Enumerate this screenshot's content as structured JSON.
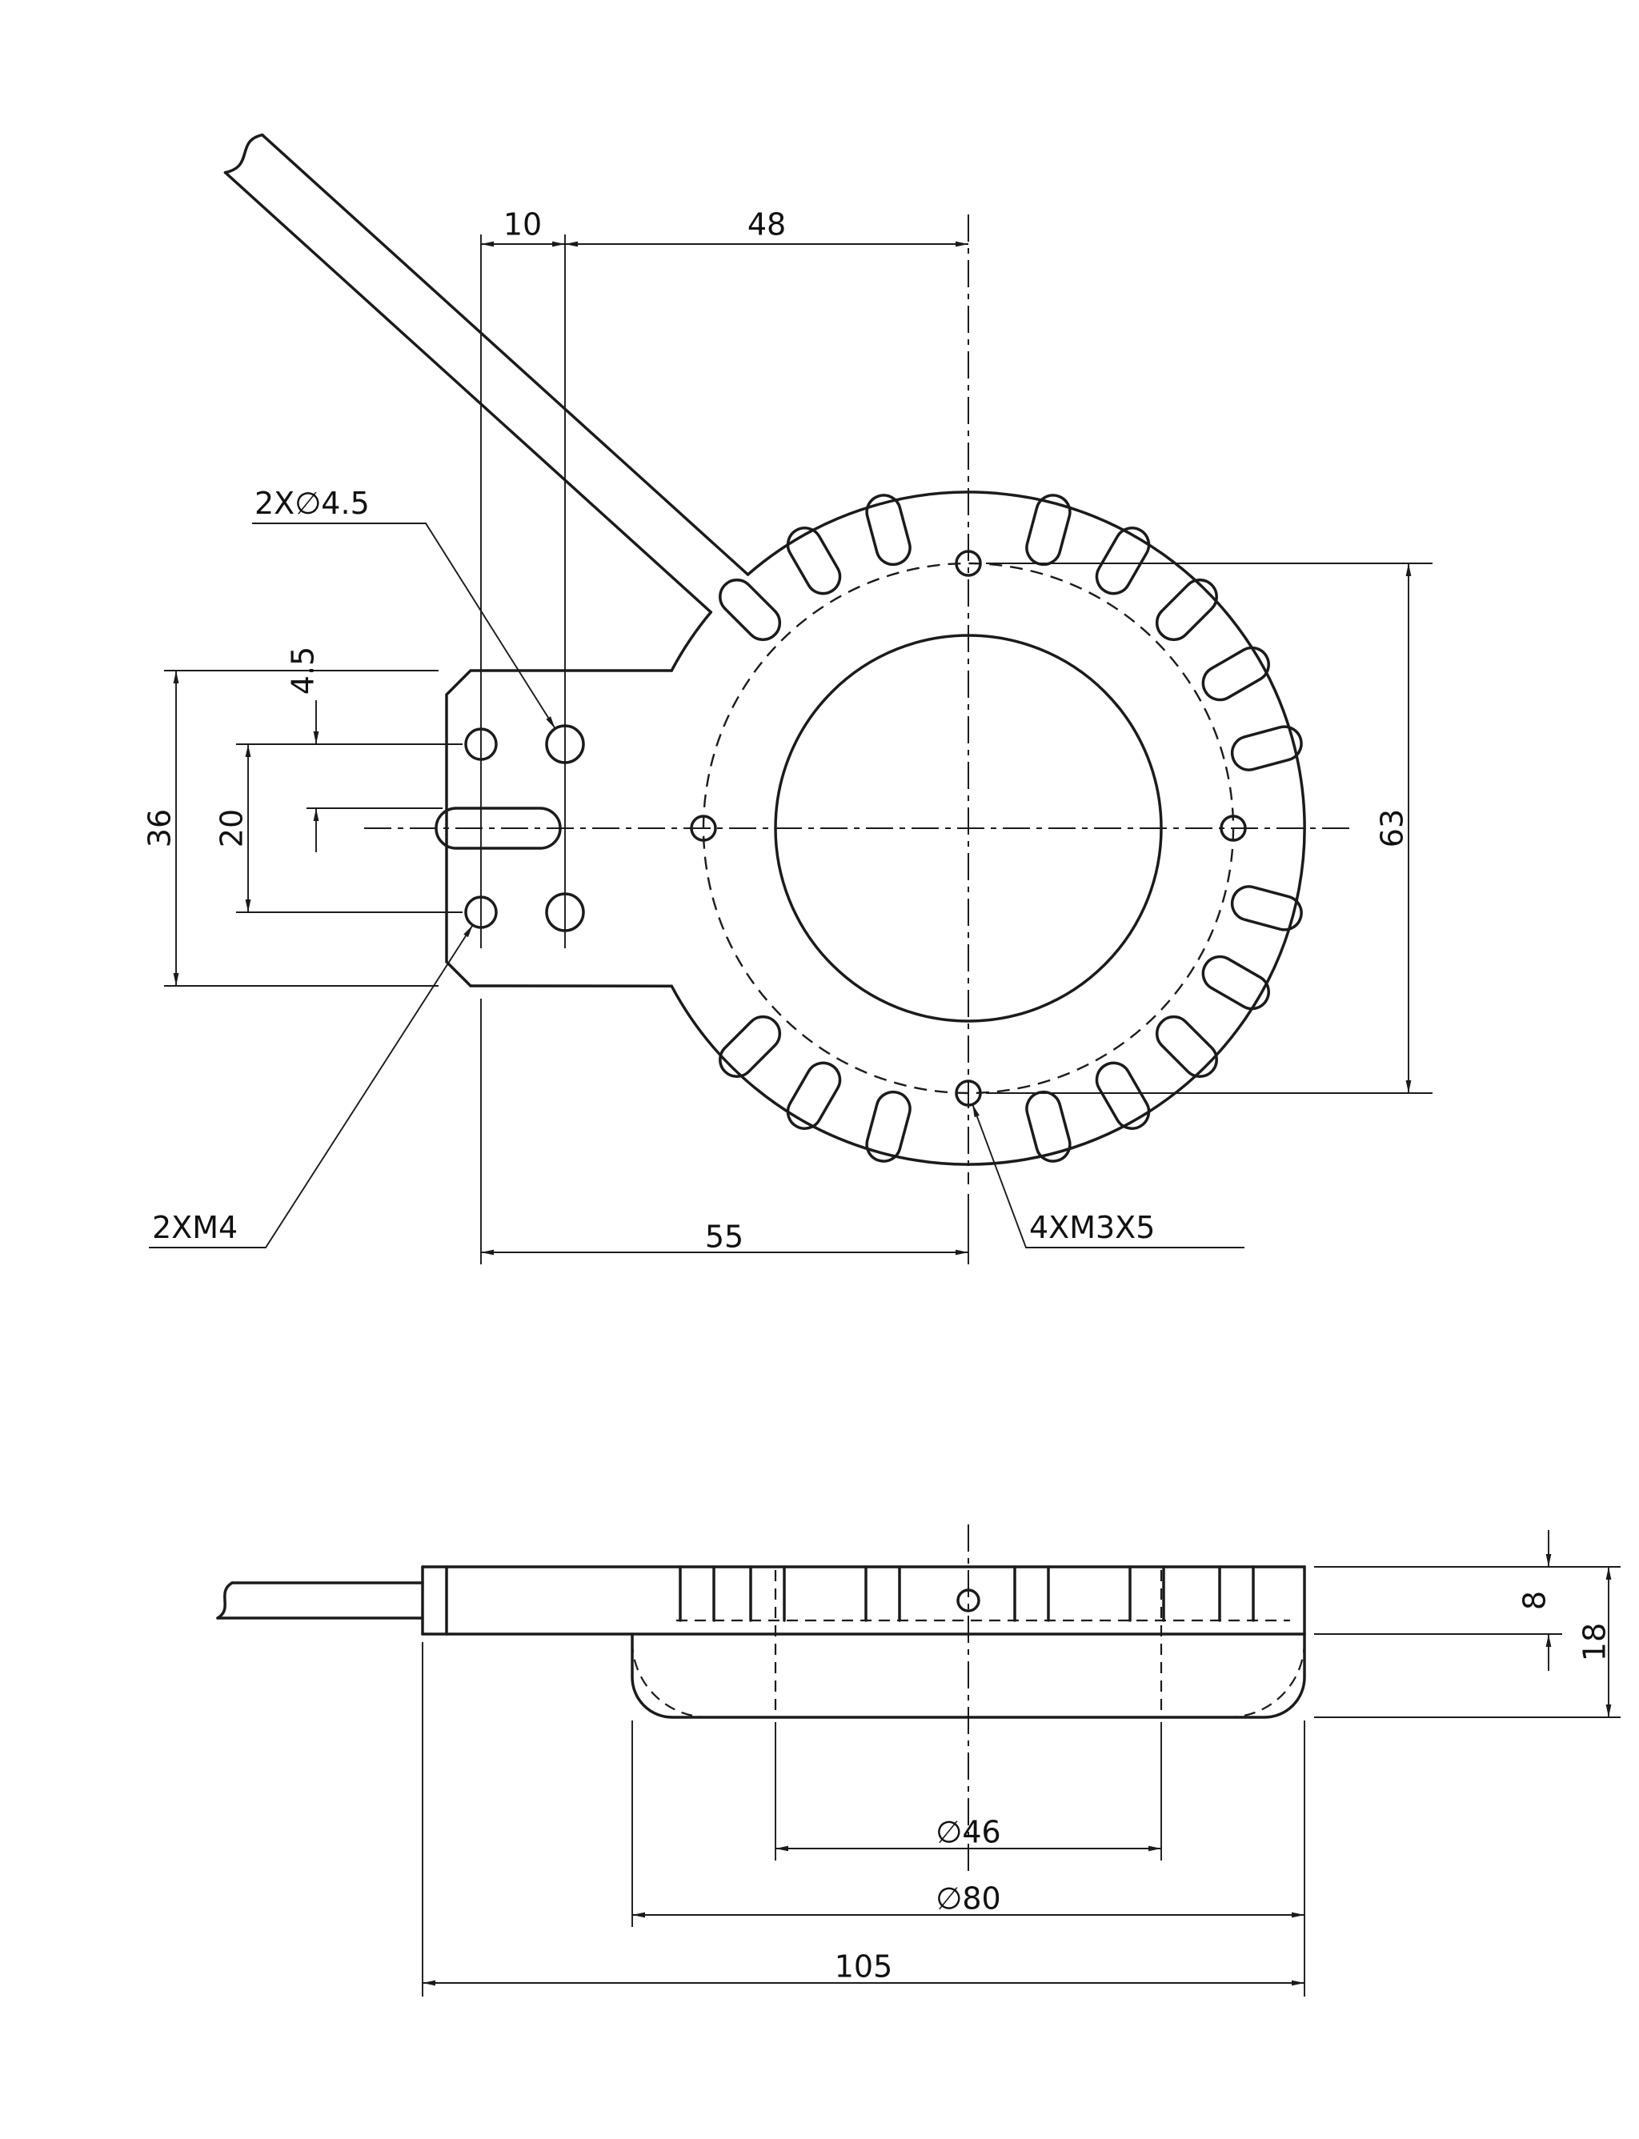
{
  "page": {
    "background": "#ffffff",
    "line_color": "#1b1b1b",
    "description": "Mechanical dimension drawing of ring light with mounting bracket and cable, top view and side view"
  },
  "top_view": {
    "dim_10": "10",
    "dim_48": "48",
    "label_holes_45": "2X∅4.5",
    "dim_4_5": "4.5",
    "dim_20": "20",
    "dim_36": "36",
    "dim_63": "63",
    "dim_55": "55",
    "label_m4": "2XM4",
    "label_m3": "4XM3X5"
  },
  "side_view": {
    "dim_8": "8",
    "dim_18": "18",
    "dim_46": "∅46",
    "dim_80": "∅80",
    "dim_105": "105"
  }
}
